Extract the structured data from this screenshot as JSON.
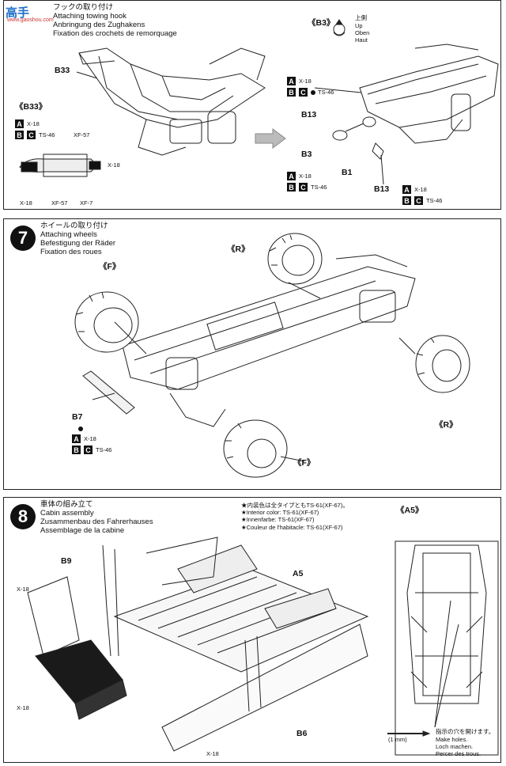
{
  "watermark": {
    "logo": "高手",
    "site": "www.gaoshou.com"
  },
  "step6": {
    "title_jp": "フックの取り付け",
    "title_en": "Attaching towing hook",
    "title_de": "Anbringung des Zughakens",
    "title_fr": "Fixation des crochets de remorquage",
    "label_b33": "B33",
    "detail_b33": "《B33》",
    "detail_b3": "《B3》",
    "direction_jp": "上側",
    "direction_en": "Up",
    "direction_de": "Oben",
    "direction_fr": "Haut",
    "code_a": "A",
    "code_b": "B",
    "code_c": "C",
    "x18": "X-18",
    "ts46": "TS-46",
    "xf57": "XF-57",
    "xf7": "XF-7",
    "label_b13": "B13",
    "label_b3": "B3",
    "label_b1": "B1"
  },
  "step7": {
    "number": "7",
    "title_jp": "ホイールの取り付け",
    "title_en": "Attaching wheels",
    "title_de": "Befestigung der Räder",
    "title_fr": "Fixation des roues",
    "rear": "《R》",
    "front": "《F》",
    "label_b7": "B7",
    "code_a": "A",
    "code_b": "B",
    "code_c": "C",
    "x18": "X-18",
    "ts46": "TS-46"
  },
  "step8": {
    "number": "8",
    "title_jp": "車体の組み立て",
    "title_en": "Cabin assembly",
    "title_de": "Zusammenbau des Fahrerhauses",
    "title_fr": "Assemblage de la cabine",
    "note_jp": "★内装色は全タイプともTS-61(XF-67)。",
    "note_en": "★Interior color: TS-61(XF-67)",
    "note_de": "★Innenfarbe: TS-61(XF-67)",
    "note_fr": "★Couleur de l'habitacle: TS-61(XF-67)",
    "label_b9": "B9",
    "label_a5": "A5",
    "label_b6": "B6",
    "detail_a5": "《A5》",
    "x18": "X-18",
    "holes_jp": "指示の穴を開けます。",
    "holes_en": "Make holes.",
    "holes_de": "Loch machen.",
    "holes_fr": "Percer des trous.",
    "drill_size": "(1 mm)"
  }
}
